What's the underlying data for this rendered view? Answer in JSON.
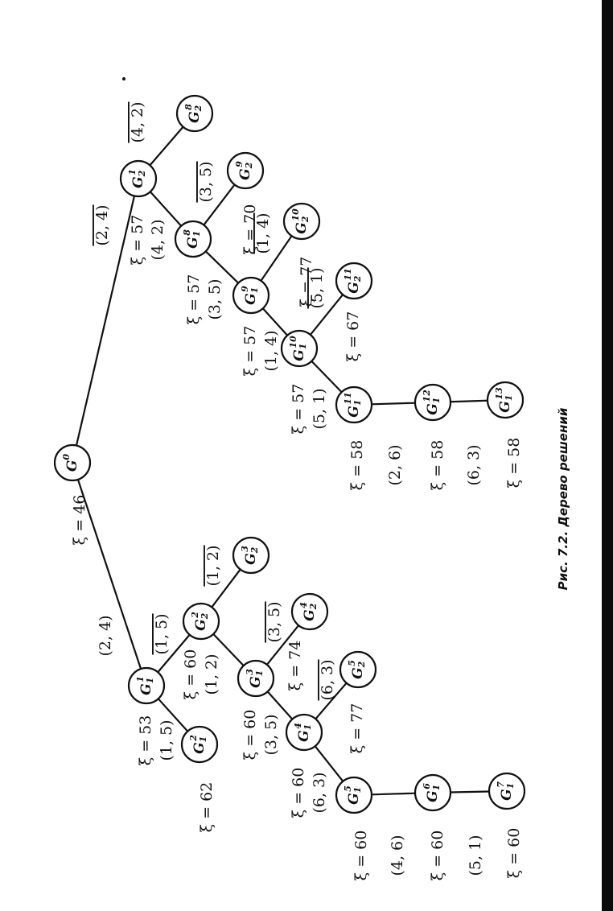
{
  "caption": "Рис. 7.2. Дерево решений",
  "tree": {
    "nodes": [
      {
        "id": "G0",
        "base": "G",
        "sub": "",
        "sup": "0",
        "xi": "ξ = 46",
        "pair": ""
      },
      {
        "id": "G1_1",
        "base": "G",
        "sub": "1",
        "sup": "1",
        "xi": "ξ = 53",
        "pair": "(1, 5)"
      },
      {
        "id": "G1_2",
        "base": "G",
        "sub": "1",
        "sup": "2",
        "xi": "ξ = 62",
        "pair": ""
      },
      {
        "id": "G2_2",
        "base": "G",
        "sub": "2",
        "sup": "2",
        "xi": "ξ = 60",
        "pair": "(1, 2)"
      },
      {
        "id": "G2_3",
        "base": "G",
        "sub": "2",
        "sup": "3",
        "xi": "",
        "pair": ""
      },
      {
        "id": "G1_3",
        "base": "G",
        "sub": "1",
        "sup": "3",
        "xi": "ξ = 60",
        "pair": "(3, 5)"
      },
      {
        "id": "G2_4",
        "base": "G",
        "sub": "2",
        "sup": "4",
        "xi": "ξ = 74",
        "pair": ""
      },
      {
        "id": "G1_4",
        "base": "G",
        "sub": "1",
        "sup": "4",
        "xi": "ξ = 60",
        "pair": "(6, 3)"
      },
      {
        "id": "G2_5",
        "base": "G",
        "sub": "2",
        "sup": "5",
        "xi": "ξ = 77",
        "pair": ""
      },
      {
        "id": "G1_5",
        "base": "G",
        "sub": "1",
        "sup": "5",
        "xi": "ξ = 60",
        "pair": "(4, 6)"
      },
      {
        "id": "G1_6",
        "base": "G",
        "sub": "1",
        "sup": "6",
        "xi": "ξ = 60",
        "pair": "(5, 1)"
      },
      {
        "id": "G1_7",
        "base": "G",
        "sub": "1",
        "sup": "7",
        "xi": "ξ = 60",
        "pair": ""
      },
      {
        "id": "G2_1",
        "base": "G",
        "sub": "2",
        "sup": "1",
        "xi": "ξ = 57",
        "pair": "(4, 2)"
      },
      {
        "id": "G2_8",
        "base": "G",
        "sub": "2",
        "sup": "8",
        "xi": "",
        "pair": ""
      },
      {
        "id": "G1_8",
        "base": "G",
        "sub": "1",
        "sup": "8",
        "xi": "ξ = 57",
        "pair": "(3, 5)"
      },
      {
        "id": "G2_9",
        "base": "G",
        "sub": "2",
        "sup": "9",
        "xi": "ξ = 70",
        "pair": ""
      },
      {
        "id": "G1_9",
        "base": "G",
        "sub": "1",
        "sup": "9",
        "xi": "ξ = 57",
        "pair": "(1, 4)"
      },
      {
        "id": "G2_10",
        "base": "G",
        "sub": "2",
        "sup": "10",
        "xi": "ξ = 77",
        "pair": ""
      },
      {
        "id": "G1_10",
        "base": "G",
        "sub": "1",
        "sup": "10",
        "xi": "ξ = 57",
        "pair": "(5, 1)"
      },
      {
        "id": "G2_11",
        "base": "G",
        "sub": "2",
        "sup": "11",
        "xi": "ξ = 67",
        "pair": ""
      },
      {
        "id": "G1_11",
        "base": "G",
        "sub": "1",
        "sup": "11",
        "xi": "ξ = 58",
        "pair": "(2, 6)"
      },
      {
        "id": "G1_12",
        "base": "G",
        "sub": "1",
        "sup": "12",
        "xi": "ξ = 58",
        "pair": "(6, 3)"
      },
      {
        "id": "G1_13",
        "base": "G",
        "sub": "1",
        "sup": "13",
        "xi": "ξ = 58",
        "pair": ""
      }
    ],
    "edges": [
      {
        "from": "G0",
        "to": "G1_1",
        "label": "(2, 4)",
        "overline": false
      },
      {
        "from": "G0",
        "to": "G2_1",
        "label": "(2, 4)",
        "overline": true
      },
      {
        "from": "G1_1",
        "to": "G1_2",
        "label": "",
        "overline": false
      },
      {
        "from": "G1_1",
        "to": "G2_2",
        "label": "(1, 5)",
        "overline": true
      },
      {
        "from": "G2_2",
        "to": "G2_3",
        "label": "(1, 2)",
        "overline": true
      },
      {
        "from": "G2_2",
        "to": "G1_3",
        "label": "",
        "overline": false
      },
      {
        "from": "G1_3",
        "to": "G2_4",
        "label": "(3, 5)",
        "overline": true
      },
      {
        "from": "G1_3",
        "to": "G1_4",
        "label": "",
        "overline": false
      },
      {
        "from": "G1_4",
        "to": "G2_5",
        "label": "(6, 3)",
        "overline": true
      },
      {
        "from": "G1_4",
        "to": "G1_5",
        "label": "",
        "overline": false
      },
      {
        "from": "G1_5",
        "to": "G1_6",
        "label": "",
        "overline": false
      },
      {
        "from": "G1_6",
        "to": "G1_7",
        "label": "",
        "overline": false
      },
      {
        "from": "G2_1",
        "to": "G2_8",
        "label": "(4, 2)",
        "overline": true
      },
      {
        "from": "G2_1",
        "to": "G1_8",
        "label": "",
        "overline": false
      },
      {
        "from": "G1_8",
        "to": "G2_9",
        "label": "(3, 5)",
        "overline": true
      },
      {
        "from": "G1_8",
        "to": "G1_9",
        "label": "",
        "overline": false
      },
      {
        "from": "G1_9",
        "to": "G2_10",
        "label": "(1, 4)",
        "overline": true
      },
      {
        "from": "G1_9",
        "to": "G1_10",
        "label": "",
        "overline": false
      },
      {
        "from": "G1_10",
        "to": "G2_11",
        "label": "(5, 1)",
        "overline": true
      },
      {
        "from": "G1_10",
        "to": "G1_11",
        "label": "",
        "overline": false
      },
      {
        "from": "G1_11",
        "to": "G1_12",
        "label": "",
        "overline": false
      },
      {
        "from": "G1_12",
        "to": "G1_13",
        "label": "",
        "overline": false
      }
    ]
  }
}
